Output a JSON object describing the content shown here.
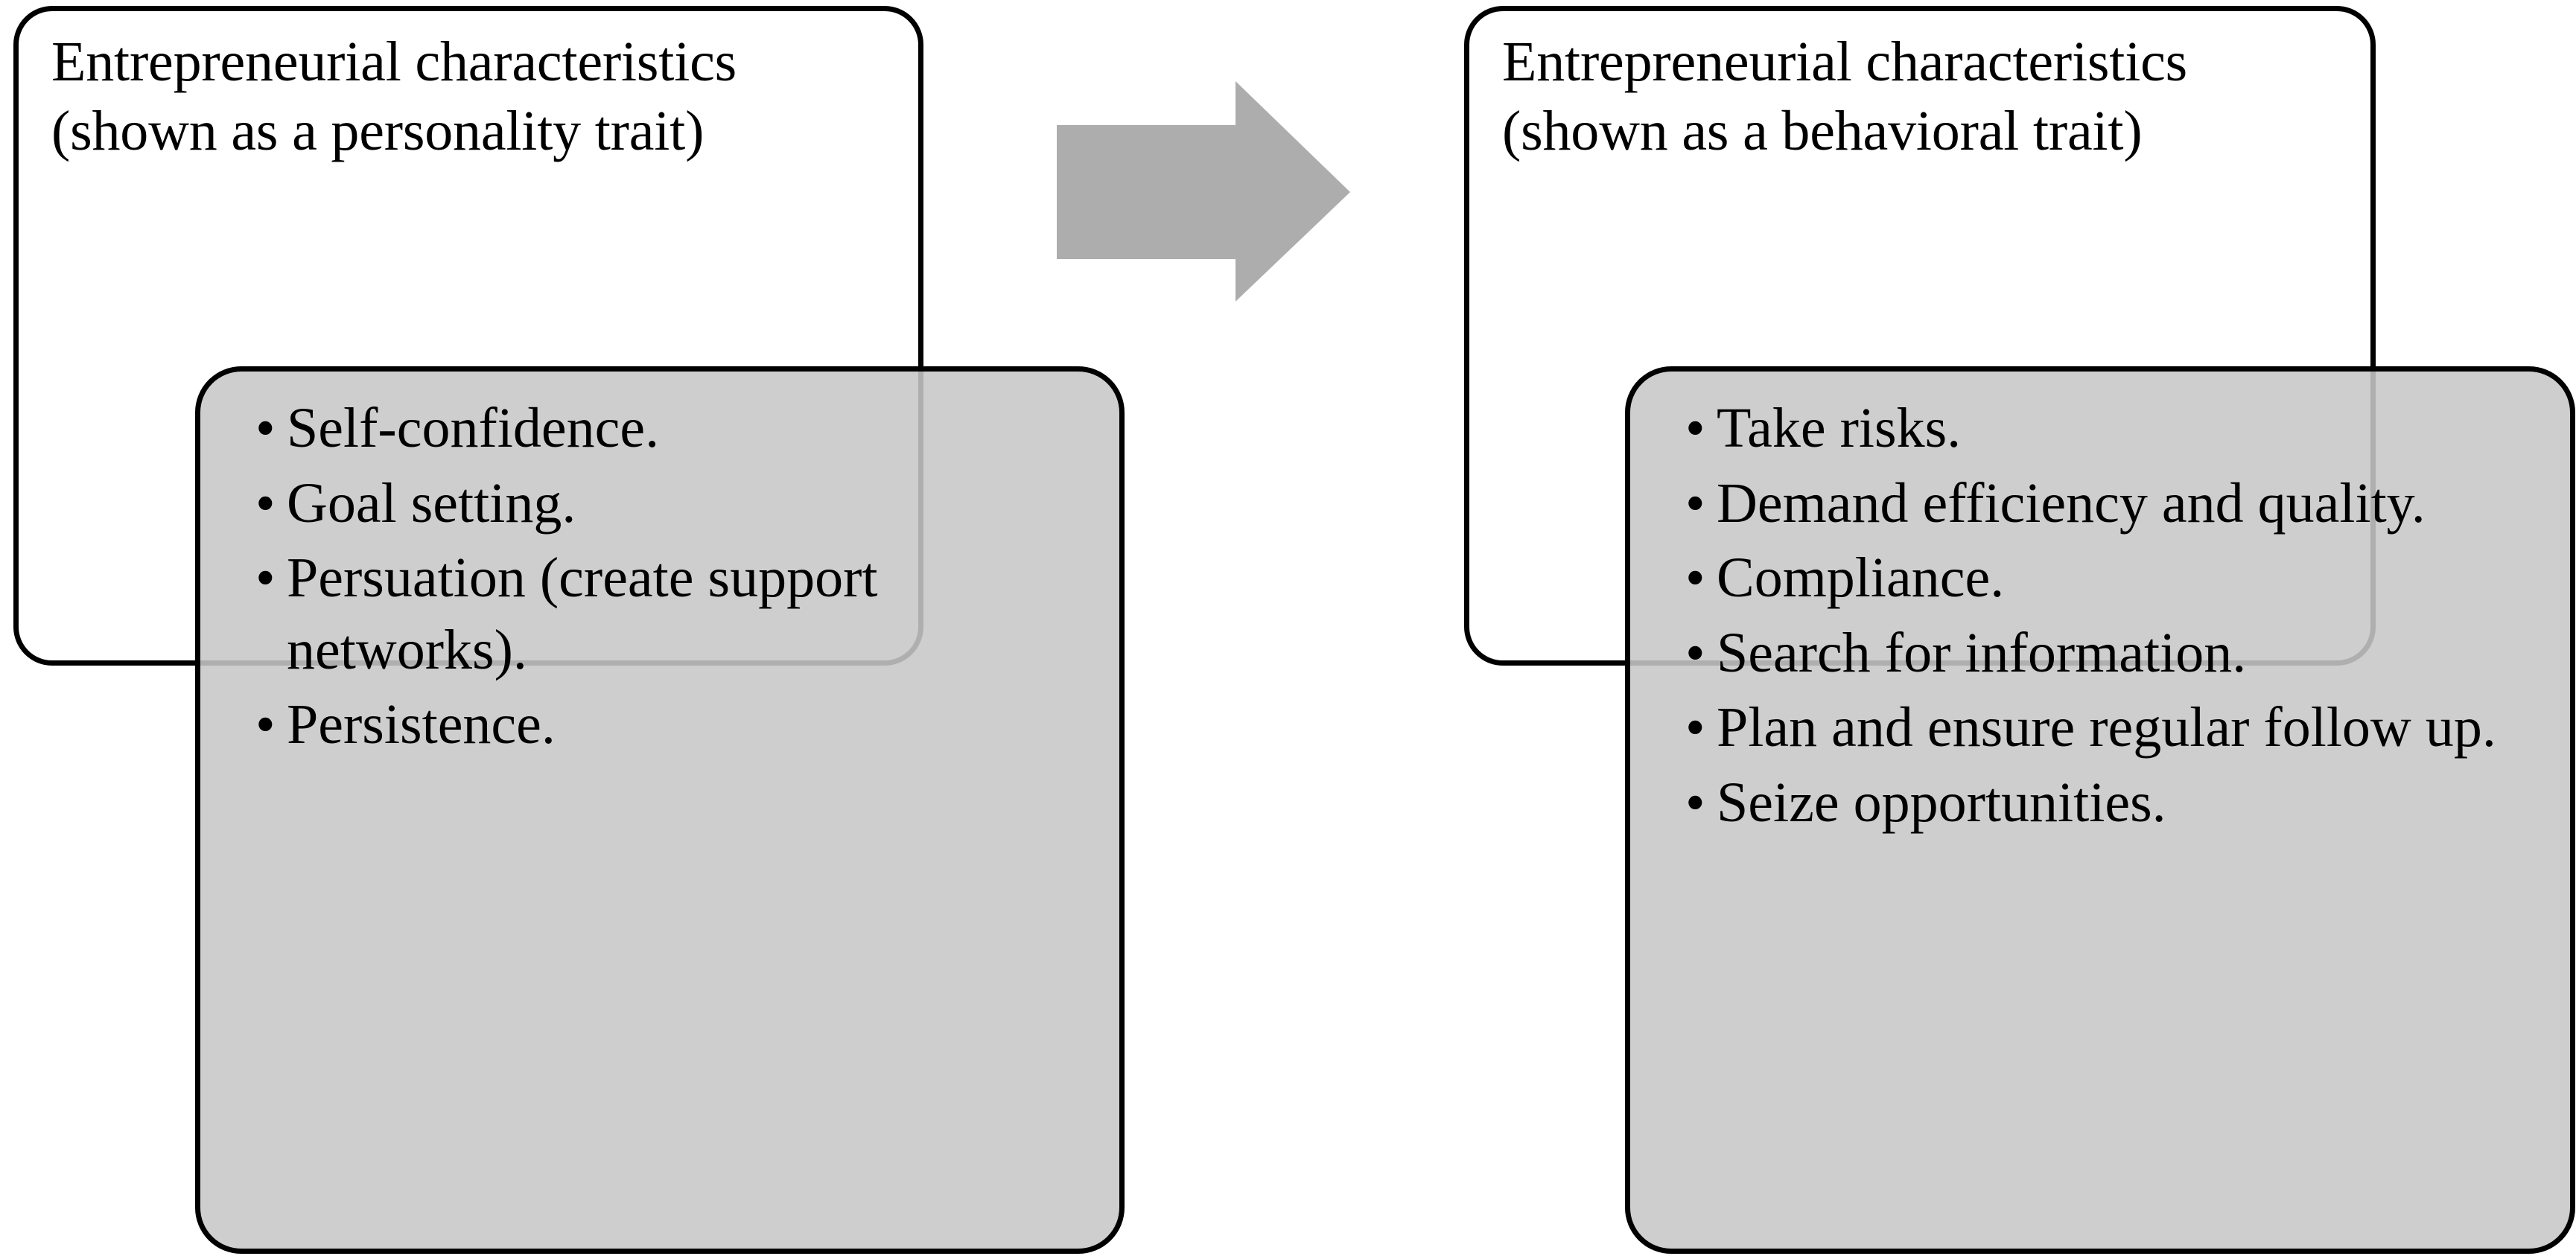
{
  "diagram": {
    "type": "two-stage-transition",
    "direction": "left-to-right",
    "arrow_icon": "right-block-arrow-icon",
    "colors": {
      "card_border": "#000000",
      "card_fill": "#FFFFFF",
      "list_fill": "#CECECE",
      "arrow_fill": "#ADADAD",
      "text": "#000000"
    }
  },
  "stages": [
    {
      "id": "personality",
      "title": "Entrepreneurial characteristics (shown as a personality trait)",
      "bullet_char": "•",
      "items": [
        "Self-confidence.",
        "Goal setting.",
        "Persuation (create support networks).",
        "Persistence."
      ]
    },
    {
      "id": "behavioral",
      "title": "Entrepreneurial characteristics (shown as a behavioral trait)",
      "bullet_char": "•",
      "items": [
        "Take risks.",
        "Demand efficiency and quality.",
        "Compliance.",
        "Search for information.",
        "Plan and ensure regular follow up.",
        "Seize opportunities."
      ]
    }
  ]
}
